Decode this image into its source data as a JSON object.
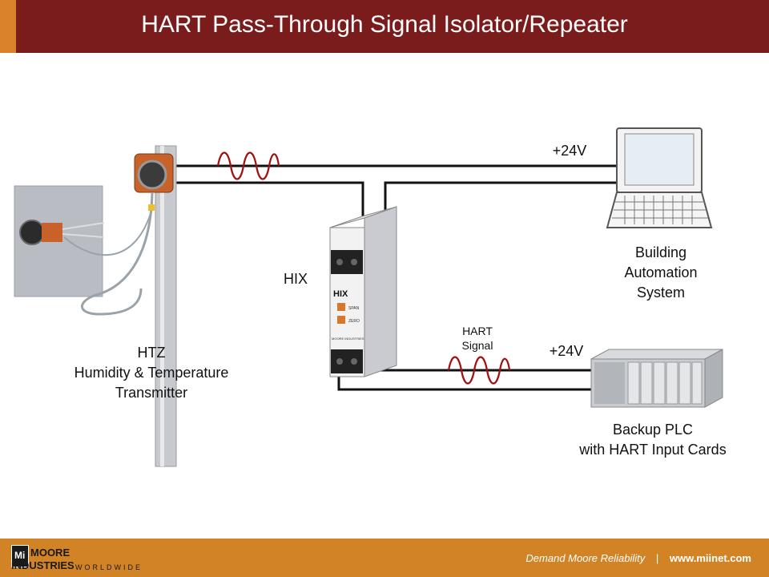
{
  "header": {
    "title": "HART Pass-Through Signal Isolator/Repeater"
  },
  "labels": {
    "top_voltage": "+24V",
    "bottom_voltage": "+24V",
    "hix": "HIX",
    "hart_signal_1": "HART",
    "hart_signal_2": "Signal",
    "htz_1": "HTZ",
    "htz_2": "Humidity & Temperature",
    "htz_3": "Transmitter",
    "bas_1": "Building",
    "bas_2": "Automation",
    "bas_3": "System",
    "plc_1": "Backup PLC",
    "plc_2": "with HART Input Cards"
  },
  "device": {
    "brand": "HIX",
    "sub1": "SPAN",
    "sub2": "ZERO",
    "maker": "MOORE INDUSTRIES"
  },
  "footer": {
    "tagline": "Demand Moore Reliability",
    "separator": "|",
    "url": "www.miinet.com",
    "logo_top": "MOORE",
    "logo_bottom": "INDUSTRIES",
    "logo_sub": "WORLDWIDE",
    "logo_mark": "Mi"
  },
  "colors": {
    "header": "#7a1c1c",
    "footer": "#d28326",
    "signal": "#a01010"
  }
}
